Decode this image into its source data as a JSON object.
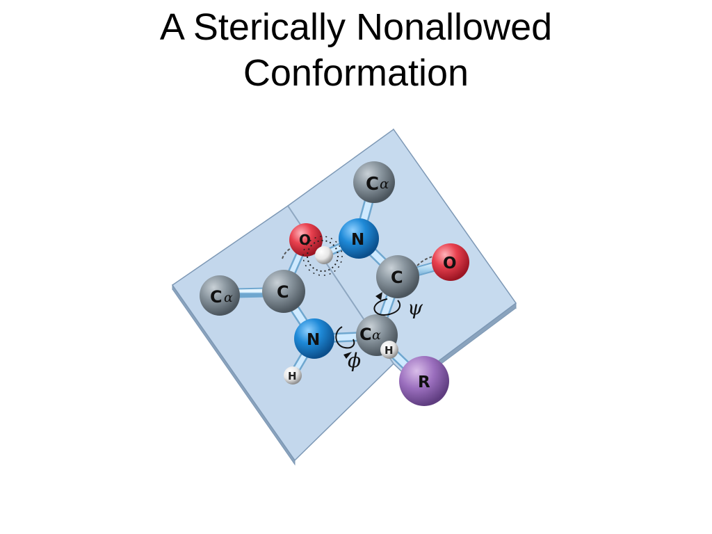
{
  "title": {
    "line1": "A Sterically Nonallowed",
    "line2": "Conformation"
  },
  "atoms": {
    "ca_top": {
      "main": "C",
      "sub": "α"
    },
    "ca_left": {
      "main": "C",
      "sub": "α"
    },
    "ca_center": {
      "main": "C",
      "sub": "α"
    },
    "c_left": "C",
    "c_right": "C",
    "n_top": "N",
    "n_bottom": "N",
    "o_left": "O",
    "o_right": "O",
    "h_center": "H",
    "h_bottom": "H",
    "r_group": "R"
  },
  "angles": {
    "psi": "ψ",
    "phi": "ϕ"
  },
  "colors": {
    "plane": "#c3d7ec",
    "plane_edge": "#7d98b5",
    "carbon": "#7a8690",
    "nitrogen": "#1f8ad8",
    "oxygen": "#e8414f",
    "hydrogen": "#f2f2f2",
    "r_group": "#9b6fbe",
    "bond": "#a9d4ef"
  }
}
